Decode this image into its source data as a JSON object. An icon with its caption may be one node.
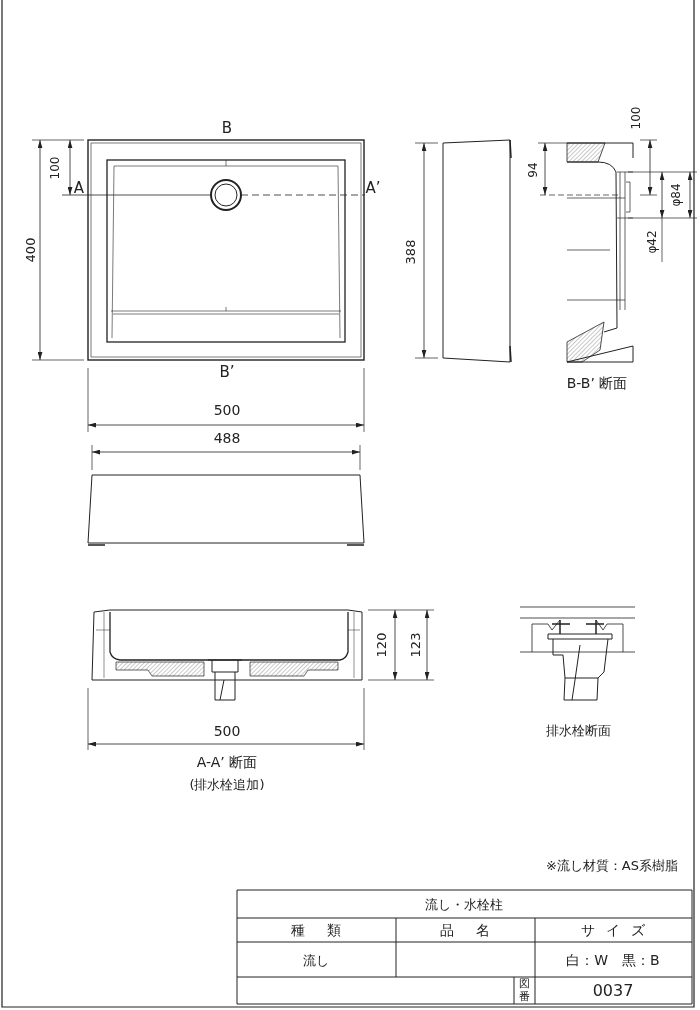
{
  "diagram": {
    "labels": [
      "100",
      "B",
      "100",
      "94",
      "A",
      "A’",
      "φ84",
      "400",
      "388",
      "φ42",
      "B’",
      "B-B’ 断面",
      "500",
      "488",
      "120",
      "123",
      "500",
      "排水栓断面",
      "A-A’ 断面",
      "(排水栓追加)",
      "※流し材質：AS系樹脂",
      "流し・水栓柱",
      "種類",
      "品名",
      "サイズ",
      "流し",
      "白：W　黒：B",
      "図番",
      "0037"
    ]
  }
}
